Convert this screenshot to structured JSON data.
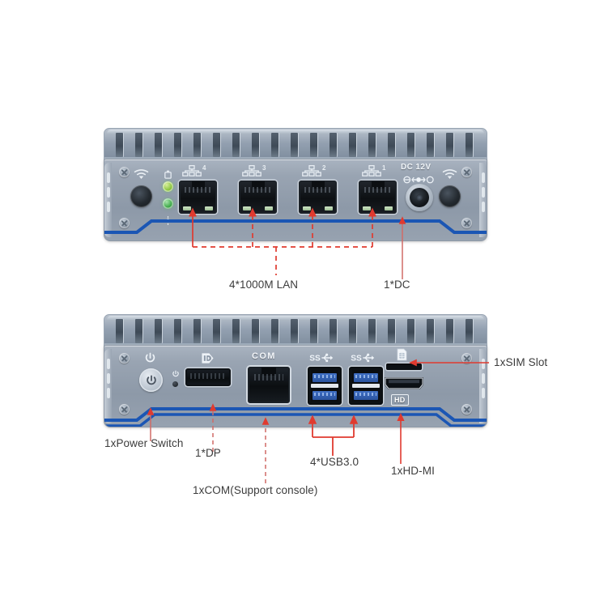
{
  "meta": {
    "background_color": "#ffffff",
    "accent_red": "#e03a2f",
    "accent_blue": "#1b56b4",
    "chassis_color": "#98a3b1",
    "label_color": "#3c3c3c"
  },
  "top_unit": {
    "name": "rear-panel",
    "lan_ports": [
      {
        "label": "4",
        "icon": "network-icon"
      },
      {
        "label": "3",
        "icon": "network-icon"
      },
      {
        "label": "2",
        "icon": "network-icon"
      },
      {
        "label": "1",
        "icon": "network-icon"
      }
    ],
    "dc_label": "DC 12V",
    "dc_polarity_icon": "dc-polarity-icon",
    "wifi_icon": "wifi-icon",
    "status_leds": [
      {
        "name": "hdd-led",
        "color": "#8cc63f",
        "icon": "hdd-icon"
      },
      {
        "name": "power-led",
        "color": "#3faa4a",
        "icon": "power-indicator-icon"
      }
    ]
  },
  "bottom_unit": {
    "name": "front-panel",
    "power_symbol_icon": "power-symbol-icon",
    "dp_logo": "displayport-icon",
    "com_label": "COM",
    "usb_icon_label": "SS",
    "usb_groups": 2,
    "ports_per_group": 2,
    "sim_icon": "sim-card-icon",
    "hd_badge": "HD"
  },
  "callouts": [
    {
      "id": "lan",
      "text": "4*1000M LAN",
      "style": "dashed"
    },
    {
      "id": "dc",
      "text": "1*DC",
      "style": "solid"
    },
    {
      "id": "sim",
      "text": "1xSIM Slot",
      "style": "solid"
    },
    {
      "id": "power",
      "text": "1xPower Switch",
      "style": "solid"
    },
    {
      "id": "dp",
      "text": "1*DP",
      "style": "dashed"
    },
    {
      "id": "com",
      "text": "1xCOM(Support console)",
      "style": "dashed"
    },
    {
      "id": "usb",
      "text": "4*USB3.0",
      "style": "solid"
    },
    {
      "id": "hdmi",
      "text": "1xHD-MI",
      "style": "solid"
    }
  ]
}
